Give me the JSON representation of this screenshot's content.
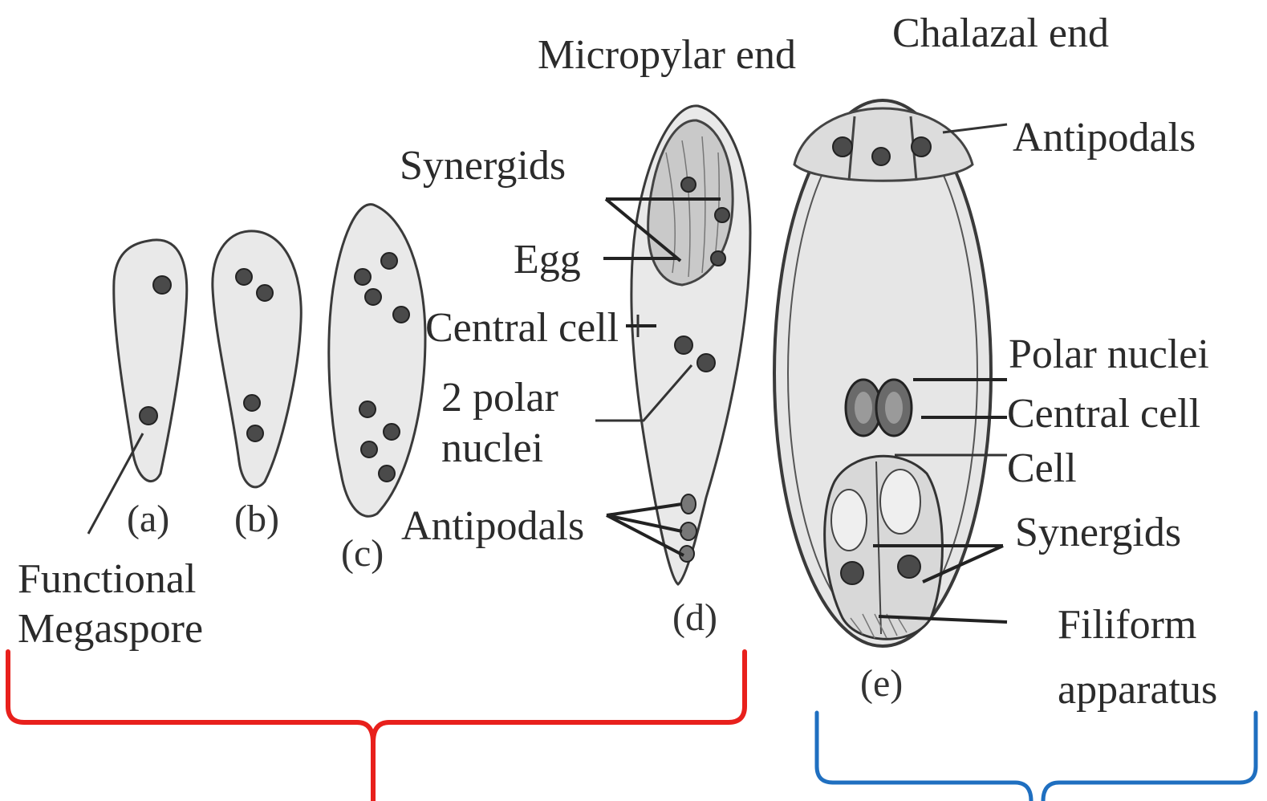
{
  "labels": {
    "micropylar_end": "Micropylar end",
    "chalazal_end": "Chalazal end",
    "antipodals_e": "Antipodals",
    "synergids_d": "Synergids",
    "egg": "Egg",
    "central_cell_d": "Central cell",
    "two_polar": "2 polar",
    "nuclei": "nuclei",
    "antipodals_d": "Antipodals",
    "polar_nuclei": "Polar nuclei",
    "central_cell_e": "Central cell",
    "cell": "Cell",
    "synergids_e": "Synergids",
    "filiform": "Filiform",
    "apparatus": "apparatus",
    "functional": "Functional",
    "megaspore": "Megaspore",
    "stage_a": "(a)",
    "stage_b": "(b)",
    "stage_c": "(c)",
    "stage_d": "(d)",
    "stage_e": "(e)"
  },
  "colors": {
    "left_bracket": "#e8201c",
    "right_bracket": "#1f6fc0"
  }
}
